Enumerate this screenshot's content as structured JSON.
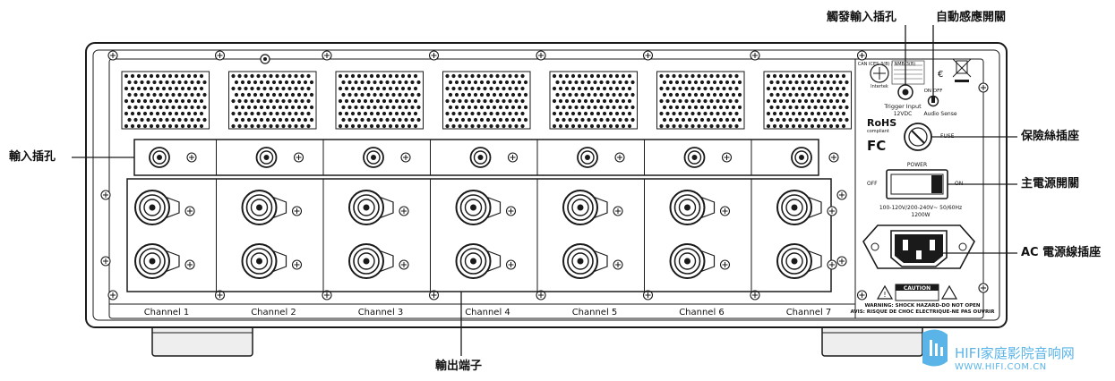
{
  "callouts": {
    "trigger_input": "觸發輸入插孔",
    "auto_sense": "自動感應開關",
    "input_jacks": "輸入插孔",
    "fuse": "保險絲插座",
    "main_power": "主電源開關",
    "ac_inlet": "AC 電源線插座",
    "output_terminals": "輸出端子"
  },
  "panel": {
    "channel_labels": [
      "Channel 1",
      "Channel 2",
      "Channel 3",
      "Channel 4",
      "Channel 5",
      "Channel 6",
      "Channel 7"
    ],
    "can_ices": "CAN ICES-3(B) / NMB-3(B)",
    "intertek": "Intertek",
    "trigger_label": "Trigger Input",
    "trigger_voltage": "12VDC",
    "audio_sense_label": "Audio Sense",
    "on_off": "ON OFF",
    "rohs": "RoHS",
    "rohs_sub": "compliant",
    "fc": "FC",
    "fuse_label": "FUSE",
    "power_label": "POWER",
    "off_label": "OFF",
    "on_label": "ON",
    "voltage_rating": "100-120V/200-240V~ 50/60Hz",
    "wattage": "1200W",
    "caution_title": "CAUTION",
    "warning_line1": "WARNING: SHOCK HAZARD-DO NOT OPEN",
    "warning_line2": "AVIS: RISQUE DE CHOC ELECTRIQUE-NE PAS OUVRIR"
  },
  "watermark": {
    "title": "HIFI家庭影院音响网",
    "url": "WWW.HIFI.COM.CN"
  },
  "colors": {
    "line": "#1a1a1a",
    "panel_fill": "#ffffff",
    "foot": "#e6e6e6",
    "watermark": "#5ab4e8"
  }
}
